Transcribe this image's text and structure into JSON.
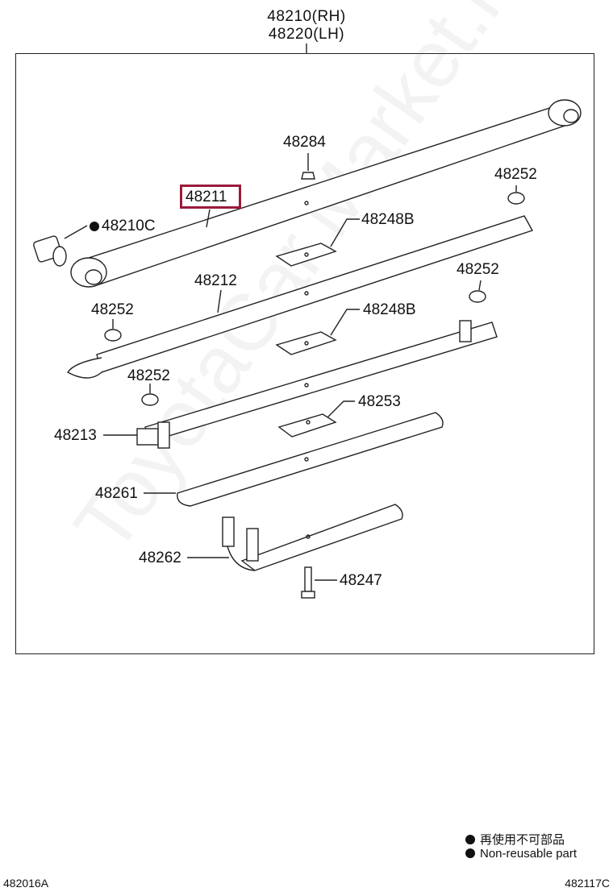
{
  "header": {
    "line1": "48210(RH)",
    "line2": "48220(LH)"
  },
  "callouts": {
    "c48284": "48284",
    "c48211": "48211",
    "c48210C": "48210C",
    "c48252a": "48252",
    "c48248Ba": "48248B",
    "c48212": "48212",
    "c48252b": "48252",
    "c48252c": "48252",
    "c48248Bb": "48248B",
    "c48252d": "48252",
    "c48253": "48253",
    "c48213": "48213",
    "c48261": "48261",
    "c48262": "48262",
    "c48247": "48247"
  },
  "legend": {
    "jp": "再使用不可部品",
    "en": "Non-reusable part"
  },
  "footer": {
    "left_code": "482016A",
    "right_code": "482117C"
  },
  "watermark": "ToyotaCar.Market.ru",
  "colors": {
    "highlight": "#9b1a3a",
    "line": "#222222",
    "watermark": "#b0b0b0"
  }
}
